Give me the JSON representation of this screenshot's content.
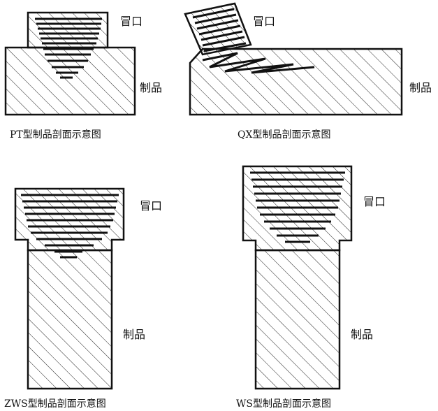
{
  "panels": [
    {
      "id": "pt",
      "riser_label": "冒口",
      "product_label": "制品",
      "caption": "PT型制品剖面示意图"
    },
    {
      "id": "qx",
      "riser_label": "冒口",
      "product_label": "制品",
      "caption": "QX型制品剖面示意图"
    },
    {
      "id": "zws",
      "riser_label": "冒口",
      "product_label": "制品",
      "caption": "ZWS型制品剖面示意图"
    },
    {
      "id": "ws",
      "riser_label": "冒口",
      "product_label": "制品",
      "caption": "WS型制品剖面示意图"
    }
  ],
  "colors": {
    "line": "#111111",
    "background": "#ffffff"
  }
}
